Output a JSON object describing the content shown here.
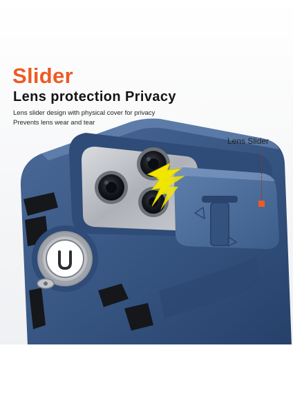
{
  "heading": "Slider",
  "subheading": "Lens protection Privacy",
  "description_lines": [
    "Lens slider design with physical cover for privacy",
    "Prevents lens wear and tear"
  ],
  "callout_label": "Lens Slider",
  "colors": {
    "accent": "#ee5a24",
    "case_blue": "#3d5a86",
    "case_dark": "#2c4470",
    "lightning": "#f2e600"
  }
}
